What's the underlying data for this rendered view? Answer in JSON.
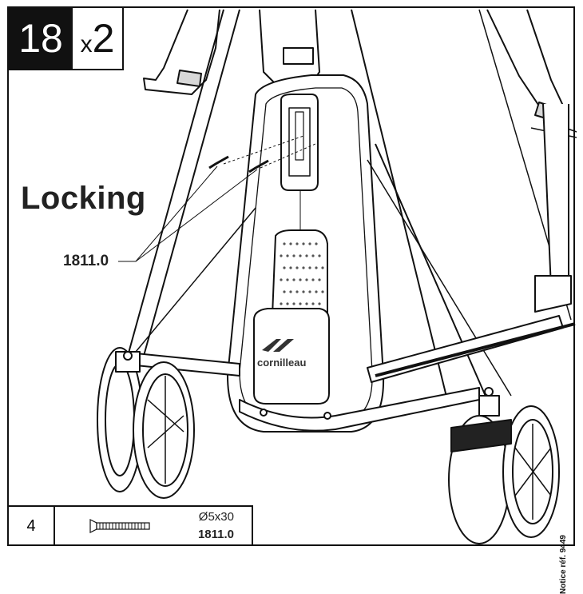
{
  "step": {
    "number": "18",
    "multiplier_prefix": "x",
    "multiplier": "2"
  },
  "caption": "Locking",
  "part_ref": "1811.0",
  "brand_logo": "cornilleau",
  "parts_table": {
    "quantity": "4",
    "dimension": "Ø5x30",
    "code": "1811.0"
  },
  "side_note": "Notice réf. 9449"
}
